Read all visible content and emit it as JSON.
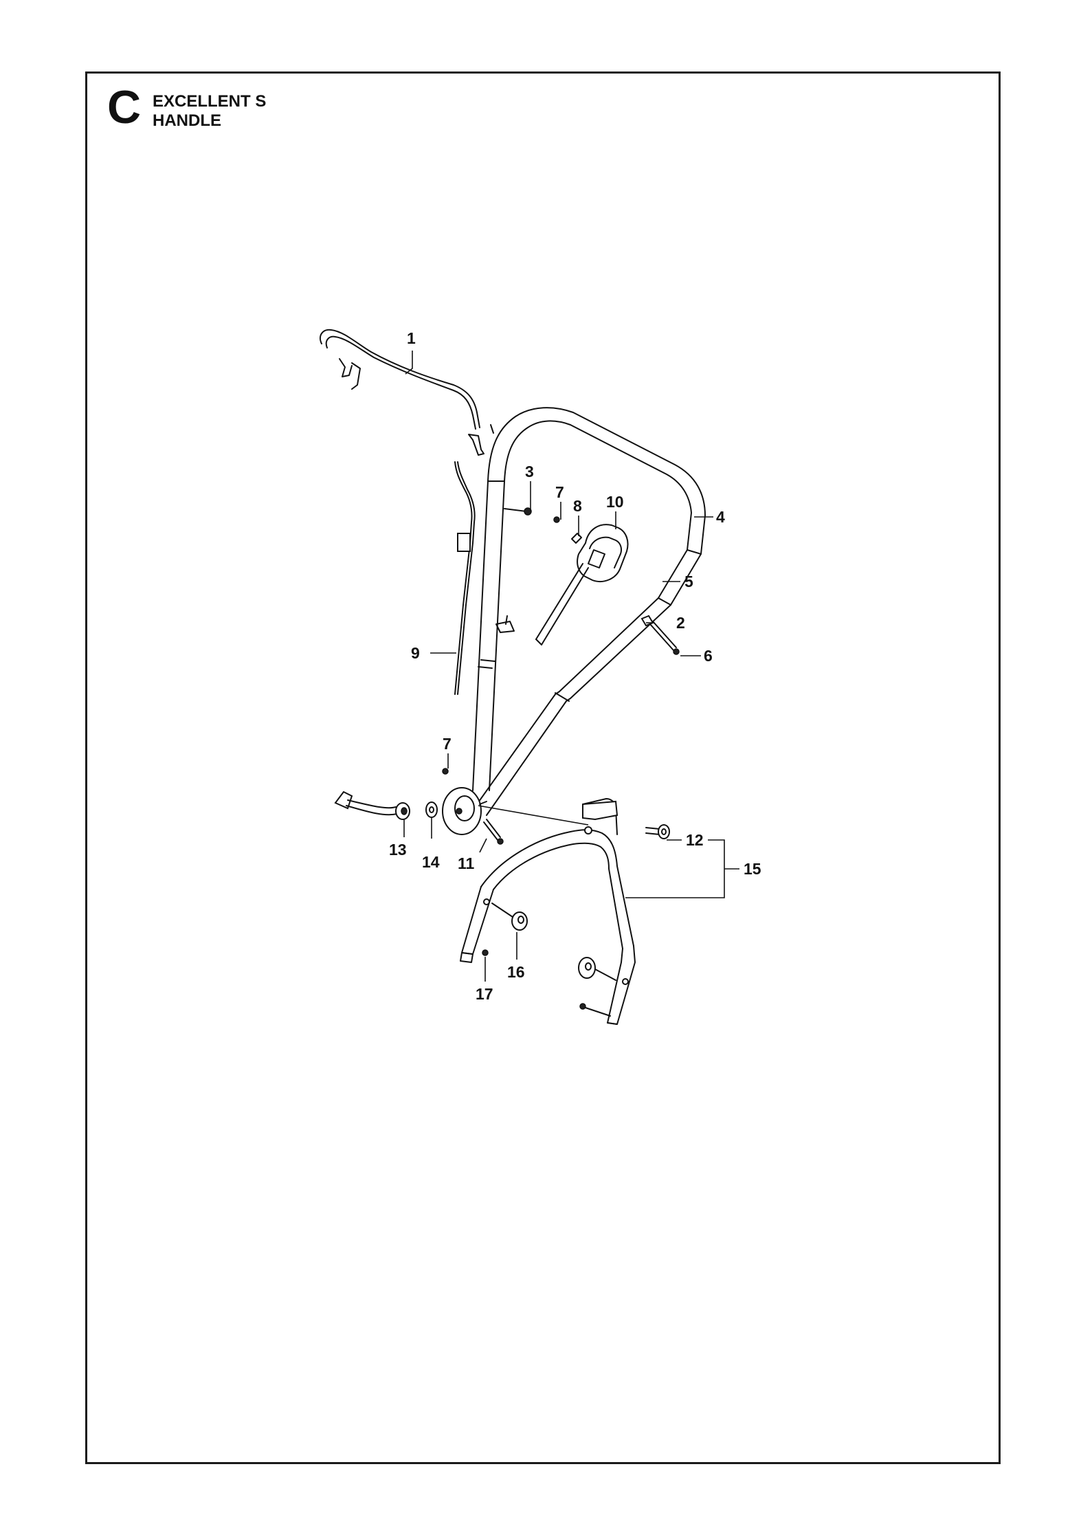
{
  "header": {
    "section_letter": "C",
    "title_line1": "EXCELLENT S",
    "title_line2": "HANDLE"
  },
  "callouts": {
    "c1": "1",
    "c2": "2",
    "c3": "3",
    "c4": "4",
    "c5": "5",
    "c6": "6",
    "c7a": "7",
    "c7b": "7",
    "c8": "8",
    "c9": "9",
    "c10": "10",
    "c11": "11",
    "c12": "12",
    "c13": "13",
    "c14": "14",
    "c15": "15",
    "c16": "16",
    "c17": "17"
  },
  "colors": {
    "line": "#111111",
    "background": "#ffffff"
  }
}
